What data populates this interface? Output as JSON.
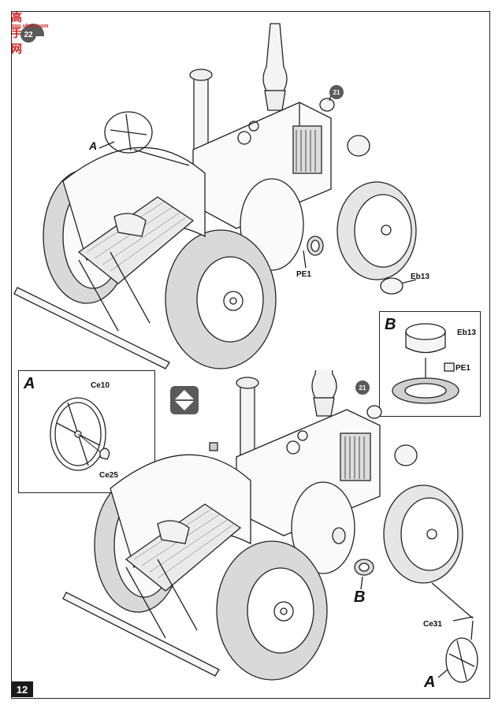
{
  "watermark": {
    "title": "高手网",
    "url": "gao.shou.com"
  },
  "step_number": "22",
  "page_number": "12",
  "top_assembly": {
    "part_badge": "21",
    "callouts": {
      "steering": "A",
      "wheel_ring": "PE1",
      "hub_cap": "Eb13"
    }
  },
  "bottom_assembly": {
    "part_badge": "21",
    "callouts": {
      "steering": "A",
      "ring": "B",
      "shaft": "Ce31"
    }
  },
  "inset_a": {
    "letter": "A",
    "parts": {
      "wheel": "Ce10",
      "hub": "Ce25"
    }
  },
  "inset_b": {
    "letter": "B",
    "parts": {
      "cap": "Eb13",
      "ring": "PE1"
    }
  },
  "colors": {
    "line": "#222222",
    "badge": "#5a5a5a",
    "watermark": "#d62020"
  }
}
